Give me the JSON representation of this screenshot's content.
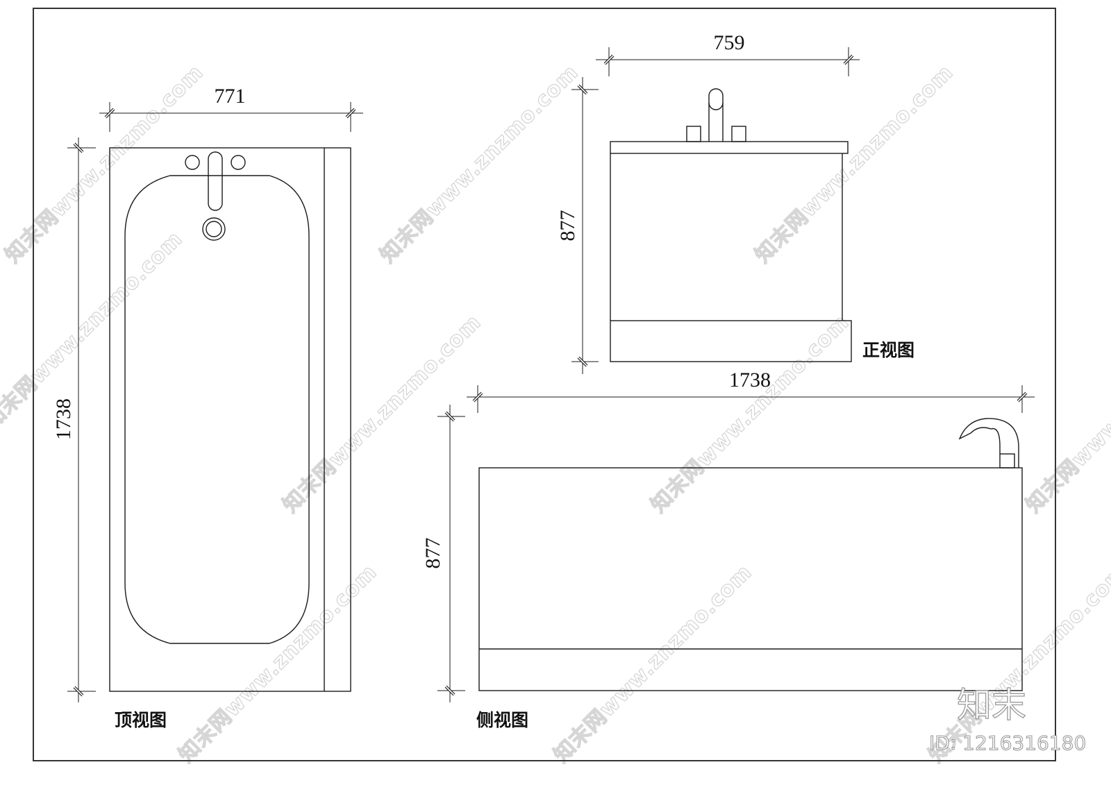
{
  "drawing": {
    "views": {
      "top": {
        "label": "顶视图",
        "width_dim": "771",
        "length_dim": "1738"
      },
      "front": {
        "label": "正视图",
        "width_dim": "759",
        "height_dim": "877"
      },
      "side": {
        "label": "侧视图",
        "length_dim": "1738",
        "height_dim": "877"
      }
    }
  },
  "watermark": {
    "text": "知末网www.znzmo.com",
    "logo": "知末",
    "id": "ID: 1216316180"
  }
}
